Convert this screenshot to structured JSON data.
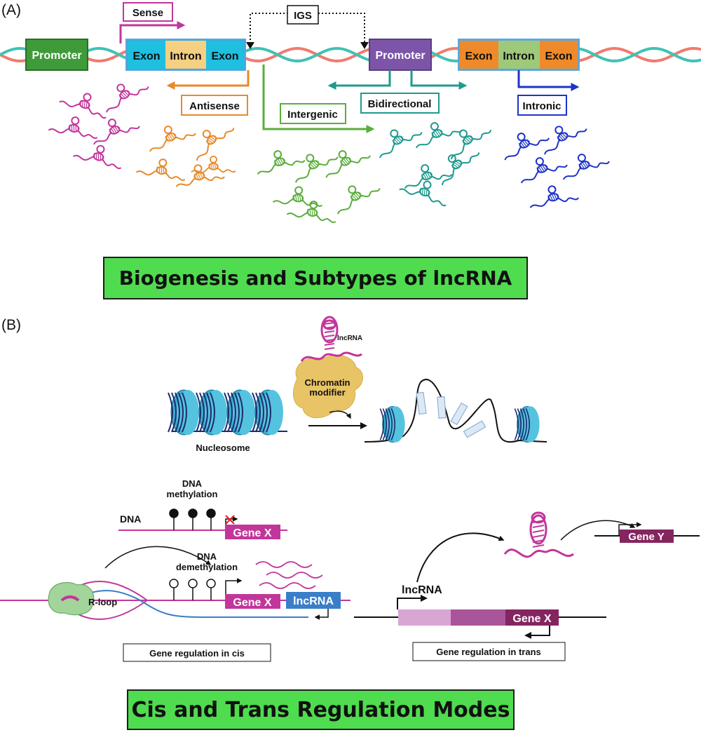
{
  "panel_a": {
    "label": "(A)",
    "promoter_left": "Promoter",
    "promoter_right": "Promoter",
    "gene1": [
      "Exon",
      "Intron",
      "Exon"
    ],
    "gene2": [
      "Exon",
      "Intron",
      "Exon"
    ],
    "sense": "Sense",
    "antisense": "Antisense",
    "igs": "IGS",
    "intergenic": "Intergenic",
    "bidirectional": "Bidirectional",
    "intronic": "Intronic",
    "title": "Biogenesis and Subtypes of lncRNA",
    "colors": {
      "sense": "#c2369b",
      "antisense": "#e8892a",
      "intergenic": "#5aad3c",
      "bidirectional": "#1e9a8e",
      "intronic": "#1e33c8"
    }
  },
  "panel_b": {
    "label": "(B)",
    "lncrna_small": "lncRNA",
    "chromatin_modifier": "Chromatin\nmodifier",
    "nucleosome": "Nucleosome",
    "dna_methylation": "DNA\nmethylation",
    "dna": "DNA",
    "gene_x_top": "Gene X",
    "dna_demethylation": "DNA\ndemethylation",
    "r_loop": "R-loop",
    "gene_x_mid": "Gene X",
    "lncrna_box": "lncRNA",
    "cis_caption": "Gene regulation in cis",
    "lncrna_trans": "lncRNA",
    "gene_x_trans": "Gene X",
    "gene_y": "Gene Y",
    "trans_caption": "Gene regulation in trans",
    "title": "Cis and Trans Regulation Modes"
  }
}
